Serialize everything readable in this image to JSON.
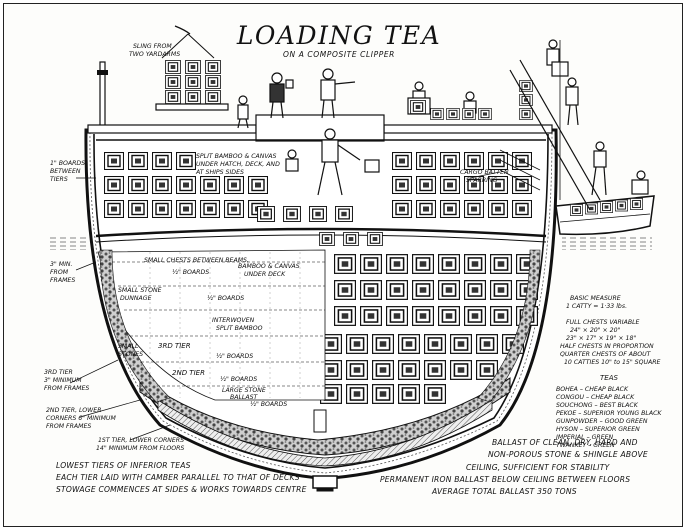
{
  "title": "LOADING TEA",
  "subtitle": "ON A COMPOSITE CLIPPER",
  "labels": {
    "sling": [
      "SLING FROM",
      "TWO YARDARMS"
    ],
    "boards_between": [
      "1\" BOARDS",
      "BETWEEN",
      "TIERS"
    ],
    "split_bamboo_top": [
      "SPLIT BAMBOO & CANVAS",
      "UNDER HATCH, DECK, AND",
      "AT SHIPS SIDES"
    ],
    "cargo_batten": [
      "CARGO BATTEN",
      "SPARRING"
    ],
    "min_frames": [
      "3\" MIN.",
      "FROM",
      "FRAMES"
    ],
    "small_chests": "SMALL CHESTS BETWEEN BEAMS,",
    "bamboo_canvas": [
      "BAMBOO & CANVAS",
      "UNDER DECK"
    ],
    "half_boards_1": "½\" BOARDS",
    "small_stone_dunnage": [
      "SMALL STONE",
      "DUNNAGE"
    ],
    "half_boards_2": "½\" BOARDS",
    "interwoven": [
      "INTERWOVEN",
      "SPLIT BAMBOO"
    ],
    "small_stones": [
      "SMALL",
      "STONES"
    ],
    "third_tier": "3RD TIER",
    "half_boards_3": "½\" BOARDS",
    "second_tier": "2ND TIER",
    "half_boards_4": "½\" BOARDS",
    "large_stone_ballast": [
      "LARGE STONE",
      "BALLAST"
    ],
    "half_boards_5": "½\" BOARDS",
    "third_tier_left": [
      "3RD TIER",
      "3\" MINIMUM",
      "FROM FRAMES"
    ],
    "second_tier_left": [
      "2ND TIER, LOWER",
      "CORNERS 6\" MINIMUM",
      "FROM FRAMES"
    ],
    "first_tier": [
      "1ST TIER, LOWER CORNERS",
      "14\" MINIMUM FROM FLOORS"
    ]
  },
  "measure": {
    "basic": [
      "BASIC MEASURE",
      "1 CATTY = 1·33 lbs."
    ],
    "full_chests": [
      "FULL CHESTS VARIABLE",
      "24\" × 20\" × 20\"",
      "23\" × 17\" × 19\" × 18\"",
      "HALF CHESTS IN PROPORTION",
      "QUARTER CHESTS OF ABOUT",
      "10 CATTIES 10\" to 15\" SQUARE"
    ],
    "teas_heading": "TEAS",
    "teas": [
      "BOHEA – CHEAP BLACK",
      "CONGOU – CHEAP BLACK",
      "SOUCHONG – BEST BLACK",
      "PEKOE – SUPERIOR YOUNG BLACK",
      "GUNPOWDER – GOOD GREEN",
      "HYSON – SUPERIOR GREEN",
      "IMPERIAL – GREEN",
      "TWANKEY – GREEN"
    ]
  },
  "notes": {
    "left": [
      "LOWEST TIERS OF INFERIOR TEAS",
      "EACH TIER LAID WITH CAMBER PARALLEL TO THAT OF DECKS",
      "STOWAGE COMMENCES AT SIDES & WORKS TOWARDS CENTRE"
    ],
    "right": [
      "BALLAST OF CLEAN, DRY, HARD AND",
      "NON-POROUS STONE & SHINGLE ABOVE",
      "CEILING, SUFFICIENT FOR STABILITY",
      "PERMANENT IRON BALLAST BELOW CEILING BETWEEN FLOORS",
      "AVERAGE TOTAL BALLAST 350 TONS"
    ]
  }
}
